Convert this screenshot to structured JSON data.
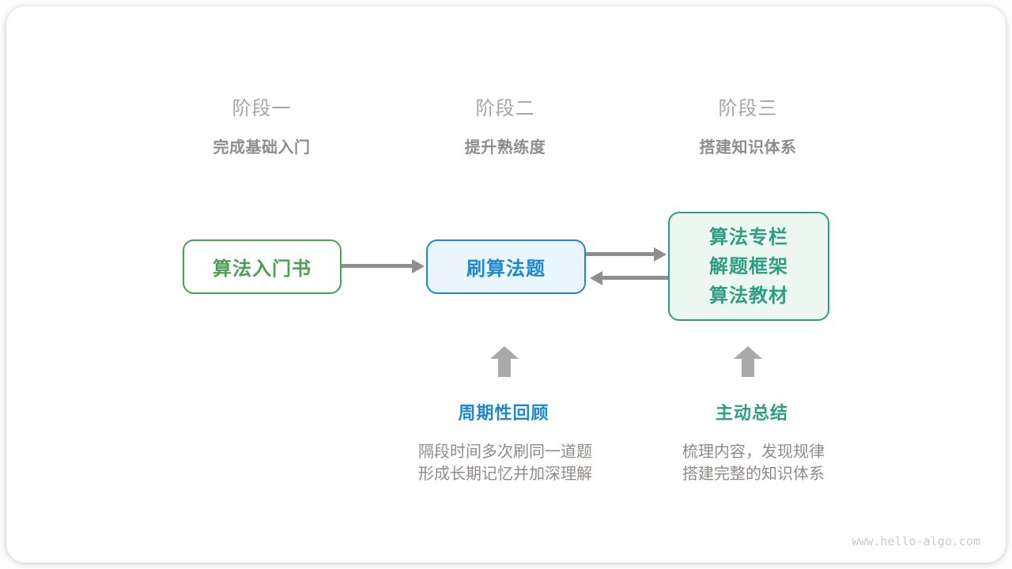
{
  "colors": {
    "green": "#4f9e56",
    "green_bg": "#fdfefd",
    "blue": "#1e88ce",
    "blue_bg": "#eaf5fd",
    "teal": "#2e9e82",
    "teal_bg": "#edf7f2",
    "arrow_gray": "#8f8f8f",
    "up_arrow_gray": "#a9a9a9",
    "stage_title_gray": "#a5a5a5",
    "stage_subtitle_gray": "#8e8e8e",
    "desc_gray": "#8f8b88",
    "watermark_gray": "#cbcbcb"
  },
  "stages": [
    {
      "title": "阶段一",
      "subtitle": "完成基础入门"
    },
    {
      "title": "阶段二",
      "subtitle": "提升熟练度"
    },
    {
      "title": "阶段三",
      "subtitle": "搭建知识体系"
    }
  ],
  "flow": {
    "node1": {
      "label": "算法入门书"
    },
    "node2": {
      "label": "刷算法题"
    },
    "node3": {
      "lines": [
        "算法专栏",
        "解题框架",
        "算法教材"
      ]
    }
  },
  "annotations": {
    "review": {
      "label": "周期性回顾",
      "desc": [
        "隔段时间多次刷同一道题",
        "形成长期记忆并加深理解"
      ]
    },
    "summary": {
      "label": "主动总结",
      "desc": [
        "梳理内容，发现规律",
        "搭建完整的知识体系"
      ]
    }
  },
  "watermark": "www.hello-algo.com"
}
